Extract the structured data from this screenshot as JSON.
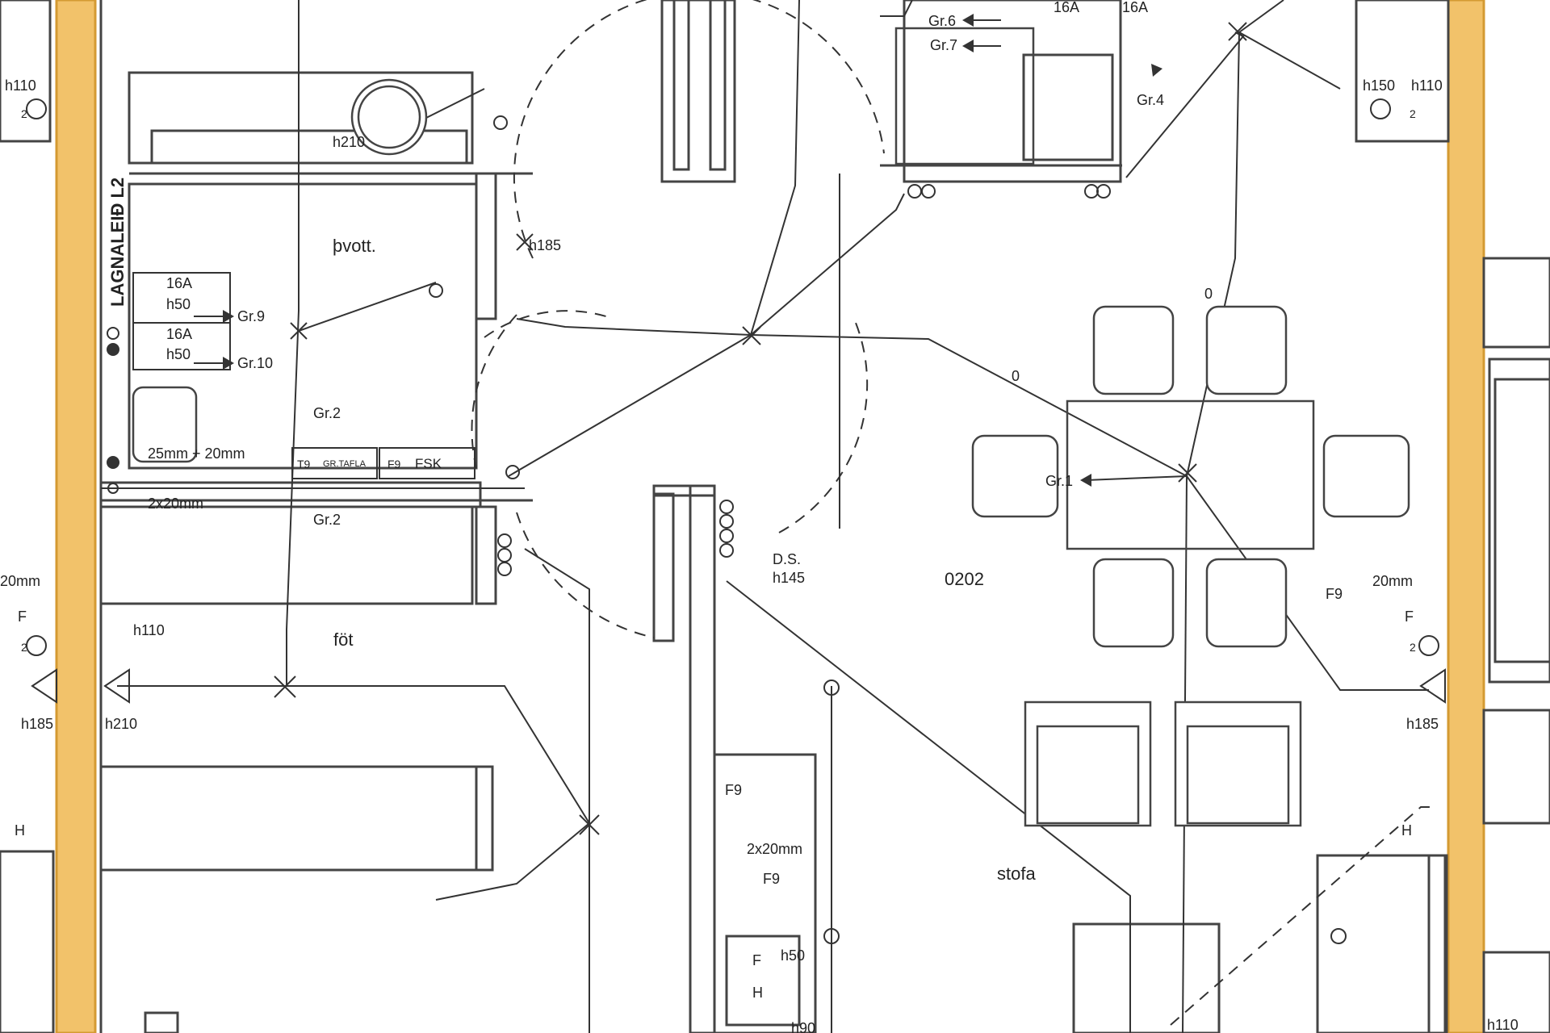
{
  "rooms": {
    "laundry": "þvott.",
    "hall": "föt",
    "living_dining": "0202",
    "lounge": "stofa"
  },
  "riser_label": "LAGNALEIÐ L2",
  "circuits": {
    "gr1": "Gr.1",
    "gr2_upper": "Gr.2",
    "gr2_lower": "Gr.2",
    "gr4": "Gr.4",
    "gr6": "Gr.6",
    "gr7": "Gr.7",
    "gr9": "Gr.9",
    "gr10": "Gr.10"
  },
  "breakers": {
    "top_left": "16A",
    "top_right": "16A",
    "laundry_upper": "16A",
    "laundry_upper_h": "h50",
    "laundry_lower": "16A",
    "laundry_lower_h": "h50"
  },
  "panel": {
    "t9": "T9",
    "gr_tafla": "GR.TAFLA",
    "f9": "F9",
    "fsk": "FSK"
  },
  "heights": {
    "top_left_h110": "h110",
    "h210_ceiling": "h210",
    "h185_laundry": "h185",
    "hall_h110": "h110",
    "hall_h210": "h210",
    "left_h185": "h185",
    "top_right_h150": "h150",
    "top_right_h110": "h110",
    "right_h185": "h185",
    "ds_h145": "h145",
    "h50_lower": "h50",
    "h90_bottom": "h90",
    "bottom_right_h110": "h110"
  },
  "notes": {
    "ds": "D.S.",
    "conduit_25_20": "25mm + 20mm",
    "conduit_2x20": "2x20mm",
    "conduit_2x20_lower": "2x20mm",
    "left_20mm": "20mm",
    "right_20mm": "20mm",
    "f9_right": "F9",
    "f9_lower1": "F9",
    "f9_lower2": "F9",
    "zero_upper": "0",
    "zero_mid": "0",
    "f_left": "F",
    "f_right": "F",
    "h_left": "H",
    "h_right": "H",
    "f_box": "F",
    "h_box": "H",
    "socket_2a": "2",
    "socket_2b": "2",
    "socket_2c": "2",
    "socket_2d": "2"
  },
  "colors": {
    "beam": "#f2c26a",
    "ink": "#333333",
    "paper": "#ffffff"
  }
}
